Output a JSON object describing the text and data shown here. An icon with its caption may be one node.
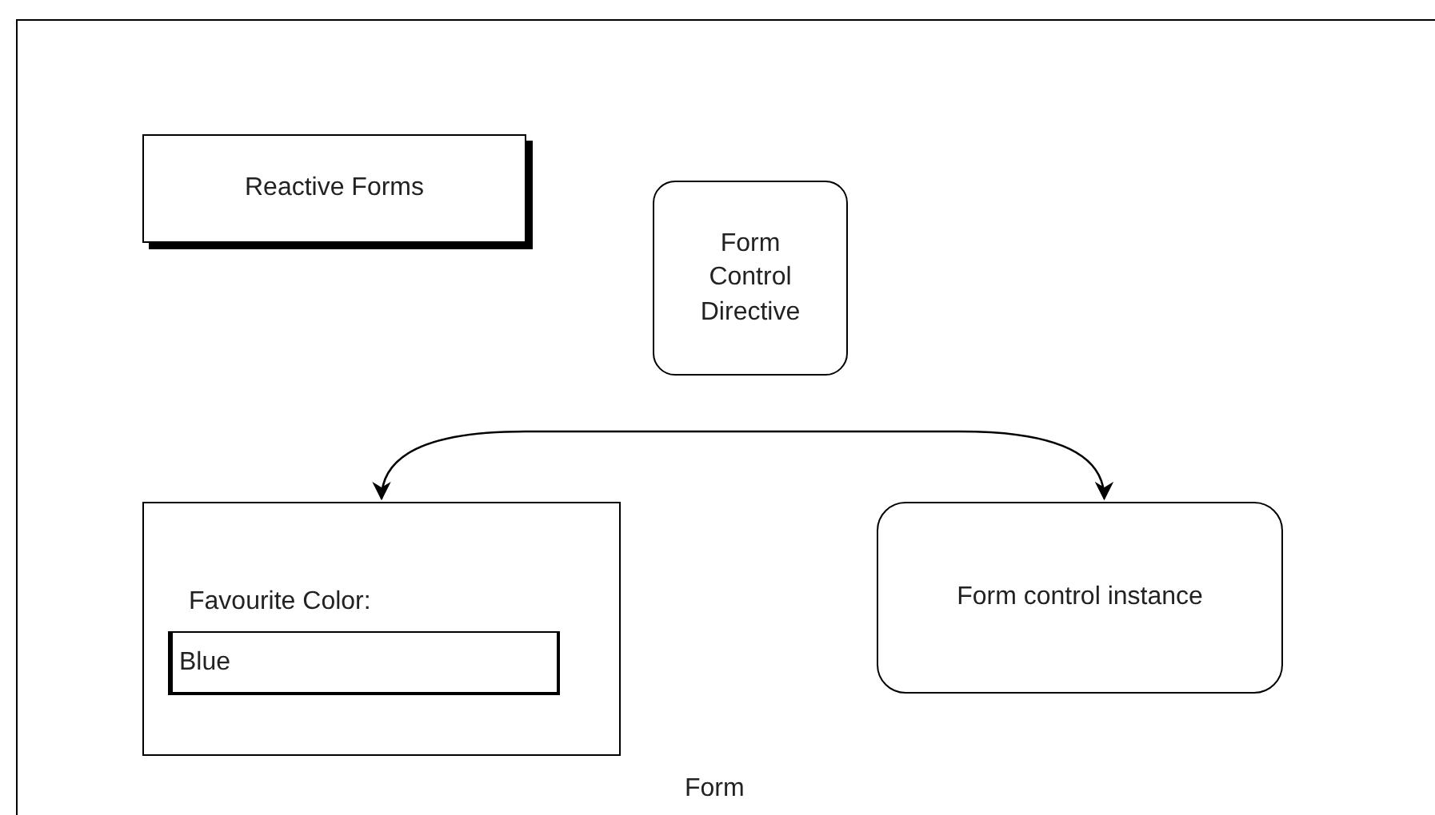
{
  "diagram": {
    "nodes": [
      {
        "text": [
          "Reactive Forms"
        ]
      },
      {
        "text": [
          "Form Control Directive"
        ]
      },
      {
        "text": [
          "Favourite Color:"
        ]
      },
      {
        "text": [
          "Blue"
        ],
        "in": 2
      },
      {
        "text": [
          "Form control instance"
        ]
      }
    ],
    "edges": [
      {
        "from": 2,
        "to": 4,
        "arrow": "both"
      }
    ],
    "labels": [
      "Form"
    ]
  }
}
